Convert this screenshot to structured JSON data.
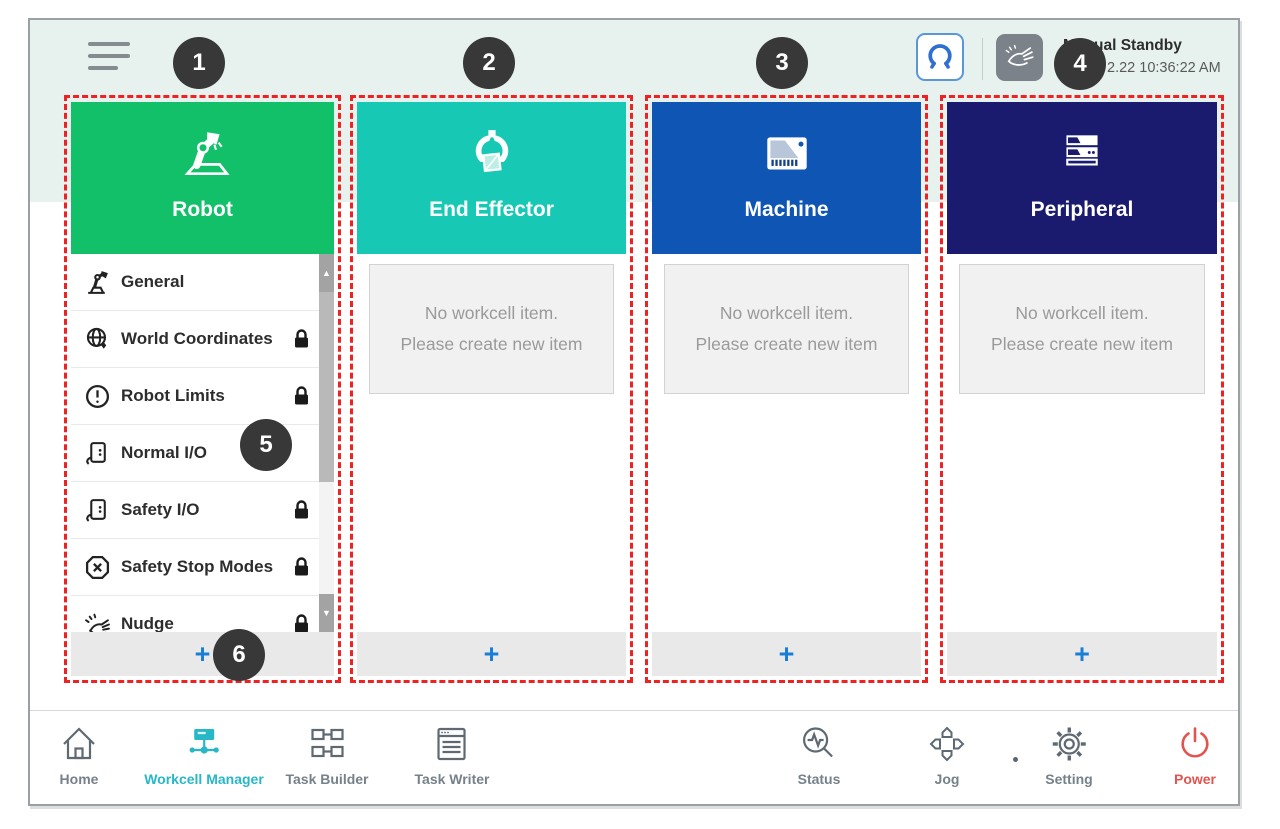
{
  "colors": {
    "robot": "#12c06a",
    "end_effector": "#17c9b5",
    "machine": "#0e55b4",
    "peripheral": "#1a1b6e",
    "dashed_border": "#ee2222",
    "active_nav": "#27b7c6",
    "power": "#e4544e",
    "add_plus": "#1b7ed6"
  },
  "header": {
    "menu_icon": "hamburger-menu",
    "servo_button_icon": "gripper-robot",
    "manual_button_icon": "hand-manual",
    "status_title": "Manual Standby",
    "status_time": "2.22 10:36:22 AM"
  },
  "callouts": [
    "1",
    "2",
    "3",
    "4",
    "5",
    "6"
  ],
  "columns": [
    {
      "title": "Robot",
      "icon": "robot-arm-icon",
      "add_label": "+",
      "items": [
        {
          "label": "General",
          "icon": "robot-general-icon",
          "locked": false
        },
        {
          "label": "World Coordinates",
          "icon": "world-coordinates-icon",
          "locked": true
        },
        {
          "label": "Robot Limits",
          "icon": "robot-limits-icon",
          "locked": true
        },
        {
          "label": "Normal I/O",
          "icon": "io-icon",
          "locked": false
        },
        {
          "label": "Safety I/O",
          "icon": "io-icon",
          "locked": true
        },
        {
          "label": "Safety Stop Modes",
          "icon": "safety-stop-icon",
          "locked": true
        },
        {
          "label": "Nudge",
          "icon": "nudge-icon",
          "locked": true
        }
      ]
    },
    {
      "title": "End Effector",
      "icon": "gripper-icon",
      "add_label": "+",
      "empty_line1": "No workcell item.",
      "empty_line2": "Please create new item"
    },
    {
      "title": "Machine",
      "icon": "machine-icon",
      "add_label": "+",
      "empty_line1": "No workcell item.",
      "empty_line2": "Please create new item"
    },
    {
      "title": "Peripheral",
      "icon": "server-icon",
      "add_label": "+",
      "empty_line1": "No workcell item.",
      "empty_line2": "Please create new item"
    }
  ],
  "nav": {
    "left": [
      {
        "label": "Home",
        "icon": "home-icon",
        "active": false
      },
      {
        "label": "Workcell Manager",
        "icon": "workcell-manager-icon",
        "active": true
      },
      {
        "label": "Task Builder",
        "icon": "task-builder-icon",
        "active": false
      },
      {
        "label": "Task Writer",
        "icon": "task-writer-icon",
        "active": false
      }
    ],
    "right": [
      {
        "label": "Status",
        "icon": "status-icon",
        "active": false
      },
      {
        "label": "Jog",
        "icon": "jog-icon",
        "active": false
      },
      {
        "label": "Setting",
        "icon": "setting-icon",
        "active": false
      },
      {
        "label": "Power",
        "icon": "power-icon",
        "active": false
      }
    ]
  }
}
